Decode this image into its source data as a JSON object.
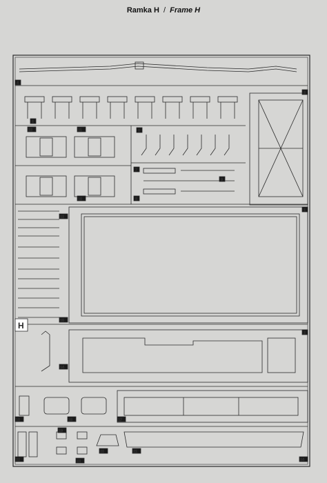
{
  "title": {
    "main": "Ramka H",
    "separator": "/",
    "italic": "Frame H"
  },
  "frame_letter": "H",
  "part_numbers": [
    "1",
    "2",
    "3",
    "4",
    "5",
    "6",
    "7",
    "8",
    "9",
    "10",
    "11",
    "12",
    "13",
    "14",
    "15",
    "16",
    "17",
    "18",
    "19",
    "20",
    "21",
    "22",
    "23",
    "24"
  ]
}
